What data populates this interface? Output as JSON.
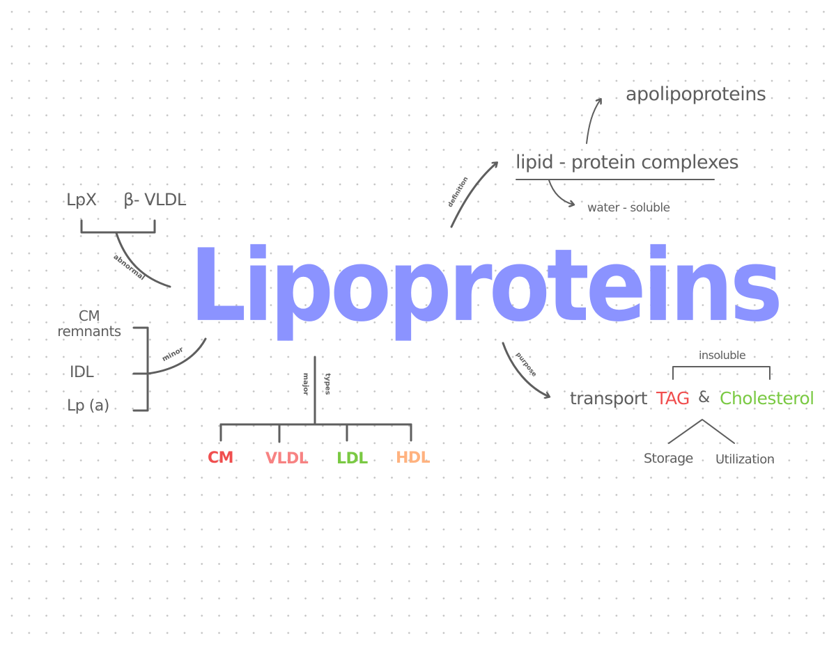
{
  "title": {
    "text": "Lipoproteins",
    "color": "#8b93ff"
  },
  "definition_branch": {
    "edge_label": "definition",
    "node": "lipid - protein  complexes",
    "children": [
      {
        "edge": "arrow-up",
        "text": "apolipoproteins"
      },
      {
        "edge": "arrow-down",
        "text": "water - soluble"
      }
    ]
  },
  "abnormal_branch": {
    "edge_label": "abnormal",
    "items": [
      "LpX",
      "β- VLDL"
    ]
  },
  "minor_branch": {
    "edge_label": "minor",
    "items": [
      "CM remnants",
      "IDL",
      "Lp (a)"
    ]
  },
  "types_branch": {
    "edge_label_left": "major",
    "edge_label_right": "types",
    "items": [
      {
        "text": "CM",
        "color": "#f04e4e"
      },
      {
        "text": "VLDL",
        "color": "#f78282"
      },
      {
        "text": "LDL",
        "color": "#7ac943"
      },
      {
        "text": "HDL",
        "color": "#ffb27f"
      }
    ]
  },
  "purpose_branch": {
    "edge_label": "purpose",
    "verb": "transport",
    "tag": {
      "text": "TAG",
      "color": "#f04e4e"
    },
    "ampersand": "&",
    "cholesterol": {
      "text": "Cholesterol",
      "color": "#7ac943"
    },
    "bracket_label": "insoluble",
    "sub_items": [
      "Storage",
      "Utilization"
    ]
  },
  "colors": {
    "ink": "#5e5e5e",
    "grid_dot": "#c4c4c4",
    "background": "#ffffff"
  }
}
